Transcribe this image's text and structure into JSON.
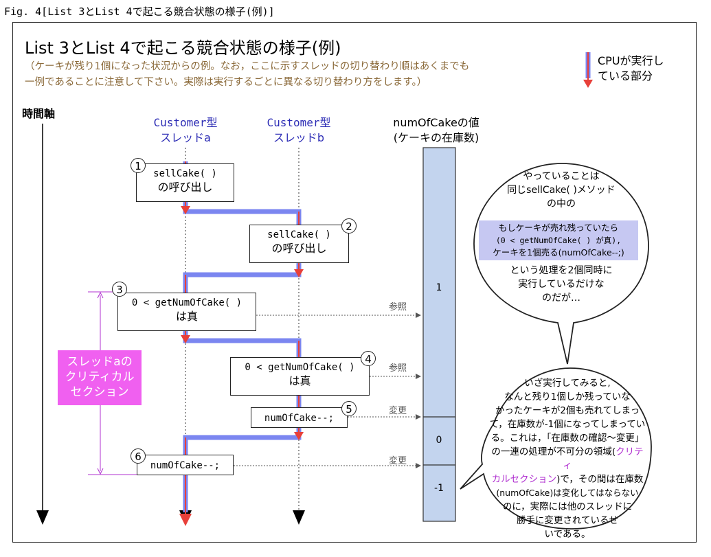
{
  "figure_caption": "Fig. 4[List 3とList 4で起こる競合状態の様子(例)]",
  "title": "List 3とList 4で起こる競合状態の様子(例)",
  "subtitle_line1": "（ケーキが残り1個になった状況からの例。なお，ここに示すスレッドの切り替わり順はあくまでも",
  "subtitle_line2": "一例であることに注意して下さい。実際は実行するごとに異なる切り替わり方をします。）",
  "legend": {
    "line1": "CPUが実行し",
    "line2": "ている部分"
  },
  "time_axis_label": "時間軸",
  "thread_a": {
    "line1": "Customer型",
    "line2": "スレッドa"
  },
  "thread_b": {
    "line1": "Customer型",
    "line2": "スレッドb"
  },
  "variable": {
    "line1": "numOfCakeの値",
    "line2": "(ケーキの在庫数)"
  },
  "steps": [
    {
      "num": "1",
      "line1": "sellCake( )",
      "line2": "の呼び出し"
    },
    {
      "num": "2",
      "line1": "sellCake( )",
      "line2": "の呼び出し"
    },
    {
      "num": "3",
      "line1": "0 < getNumOfCake( )",
      "line2": "は真"
    },
    {
      "num": "4",
      "line1": "0 < getNumOfCake( )",
      "line2": "は真"
    },
    {
      "num": "5",
      "line1": "numOfCake--;"
    },
    {
      "num": "6",
      "line1": "numOfCake--;"
    }
  ],
  "arrow_labels": {
    "ref": "参照",
    "change": "変更"
  },
  "values": [
    "1",
    "0",
    "-1"
  ],
  "critical_section_label": {
    "line1": "スレッドaの",
    "line2": "クリティカル",
    "line3": "セクション"
  },
  "bubble_top": {
    "line1": "やっていることは",
    "line2": "同じsellCake( )メソッド",
    "line3": "の中の",
    "hl1": "もしケーキが売れ残っていたら",
    "hl2": "(0 < getNumOfCake( ) が真),",
    "hl3": "ケーキを1個売る(numOfCake--;)",
    "line4": "という処理を2個同時に",
    "line5": "実行しているだけな",
    "line6": "のだが…"
  },
  "bubble_bottom": {
    "line1": "いざ実行してみると,",
    "line2": "なんと残り1個しか残っていな",
    "line3": "かったケーキが2個も売れてしまっ",
    "line4": "て，在庫数が-1個になってしまってい",
    "line5": "る。これは，「在庫数の確認～変更」",
    "line6a": "の一連の処理が不可分の領域(",
    "line6b": "クリティ",
    "line7a": "カルセクション",
    "line7b": ")で，その間は在庫数",
    "line8": "(numOfCake)は変化してはならない",
    "line9": "のに，実際には他のスレッドに",
    "line10": "勝手に変更されているせ",
    "line11": "いである。"
  },
  "colors": {
    "cpu_band": "#7b86f0",
    "cpu_core": "#e8403a",
    "column_fill": "#c3d4ee",
    "critical": "#f060f0",
    "thread_text": "#2d2db5",
    "subtitle": "#8b6a3a"
  }
}
